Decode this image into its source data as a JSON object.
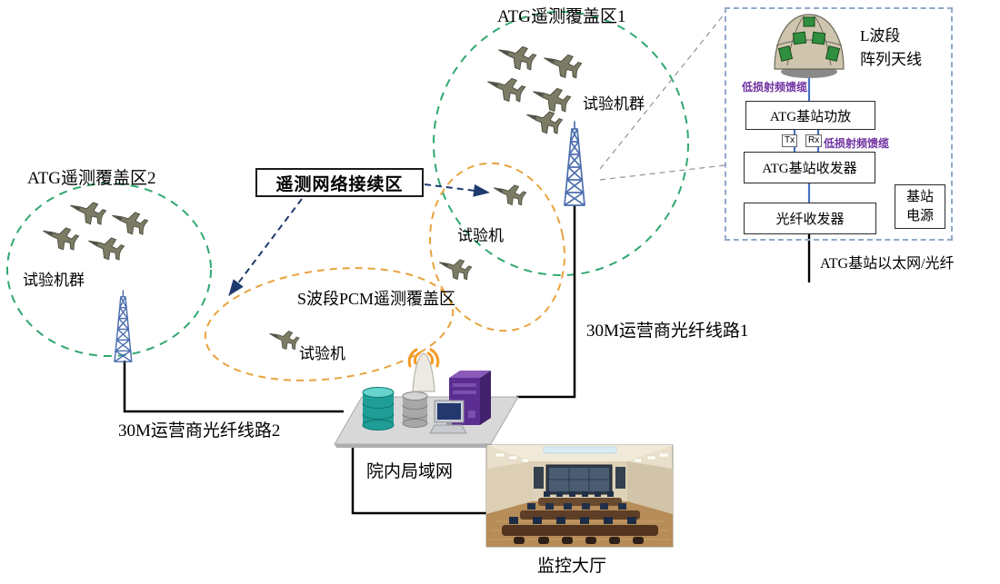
{
  "areas": {
    "area1": "ATG遥测覆盖区1",
    "area2": "ATG遥测覆盖区2",
    "relay": "遥测网络接续区",
    "sband": "S波段PCM遥测覆盖区",
    "fleet1": "试验机群",
    "fleet2": "试验机群",
    "plane1": "试验机",
    "plane2": "试验机"
  },
  "links": {
    "fiber1": "30M运营商光纤线路1",
    "fiber2": "30M运营商光纤线路2",
    "lan": "院内局域网",
    "hall": "监控大厅"
  },
  "panel": {
    "antenna": "L波段\n阵列天线",
    "feed_top": "低损射频馈缆",
    "tx": "Tx",
    "rx": "Rx",
    "feed_mid": "低损射频馈缆",
    "amp": "ATG基站功放",
    "transceiver": "ATG基站收发器",
    "fiber_box": "光纤收发器",
    "power": "基站\n电源",
    "ethernet": "ATG基站以太网/光纤"
  },
  "colors": {
    "coverage_green": "#2fa86e",
    "sband_orange": "#e8a33d",
    "arrow_navy": "#1f3a6e",
    "panel_border": "#8fa9c9",
    "cable_blue": "#4472c4",
    "feed_purple": "#7030a0",
    "tower_blue": "#4d6fae",
    "wifi_orange": "#f59a23"
  }
}
